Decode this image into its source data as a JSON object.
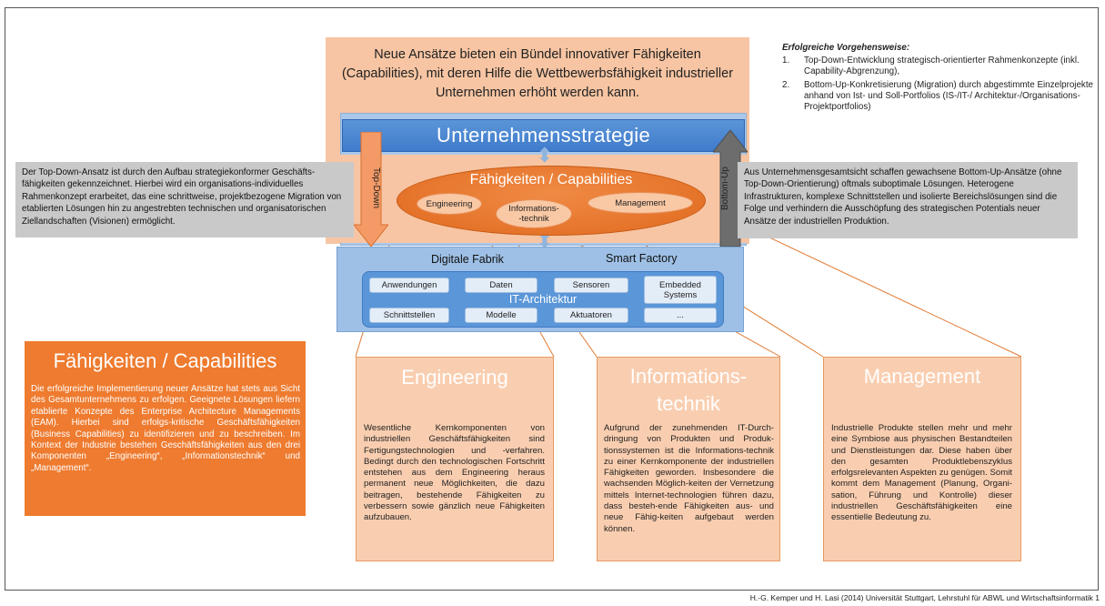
{
  "intro_text": "Neue Ansätze bieten ein Bündel innovativer Fähigkeiten (Capabilities), mit deren Hilfe die Wettbewerbsfähigkeit industrieller Unternehmen  erhöht werden kann.",
  "strategy_title": "Unternehmensstrategie",
  "capabilities_ellipse": {
    "title": "Fähigkeiten / Capabilities",
    "engineering": "Engineering",
    "informationstechnik": "Informations-\n-technik",
    "management": "Management"
  },
  "top_down": {
    "label": "Top-Down",
    "text": "Der Top-Down-Ansatz ist durch den Aufbau strategiekonformer Geschäfts-fähigkeiten gekennzeichnet. Hierbei wird ein organisations-individuelles Rahmenkonzept erarbeitet, das eine schrittweise, projektbezogene Migration von etablierten Lösungen hin zu angestrebten technischen und organisatorischen Ziellandschaften (Visionen) ermöglicht."
  },
  "bottom_up": {
    "label": "Bottom-Up",
    "text": "Aus Unternehmensgesamtsicht schaffen gewachsene Bottom-Up-Ansätze (ohne Top-Down-Orientierung) oftmals suboptimale Lösungen. Heterogene Infrastrukturen, komplexe Schnittstellen und isolierte Bereichslösungen sind die Folge und verhindern die Ausschöpfung des strategischen Potentials neuer Ansätze der industriellen Produktion."
  },
  "it": {
    "digitale_fabrik": "Digitale Fabrik",
    "smart_factory": "Smart  Factory",
    "architecture_label": "IT-Architektur",
    "row1": [
      "Anwendungen",
      "Daten",
      "Sensoren",
      "Embedded Systems"
    ],
    "row2": [
      "Schnittstellen",
      "Modelle",
      "Aktuatoren",
      "..."
    ]
  },
  "method": {
    "title": "Erfolgreiche Vorgehensweise:",
    "items": [
      {
        "num": "1.",
        "text": "Top-Down-Entwicklung strategisch-orientierter Rahmenkonzepte (inkl. Capability-Abgrenzung),"
      },
      {
        "num": "2.",
        "text": "Bottom-Up-Konkretisierung (Migration) durch abgestimmte Einzelprojekte anhand von Ist- und Soll-Portfolios (IS-/IT-/ Architektur-/Organisations-Projektportfolios)"
      }
    ]
  },
  "capabilities_box": {
    "title": "Fähigkeiten / Capabilities",
    "text": "Die erfolgreiche Implementierung neuer Ansätze hat stets aus Sicht des Gesamtunternehmens zu erfolgen. Geeignete Lösungen liefern etablierte Konzepte des Enterprise Architecture Managements (EAM). Hierbei sind erfolgs-kritische Geschäftsfähigkeiten (Business Capabilities) zu identifizieren und zu beschreiben. Im Kontext der Industrie bestehen Geschäftsfähigkeiten aus den drei Komponenten „Engineering“, „Informationstechnik“ und „Management“."
  },
  "components": {
    "engineering": {
      "title": "Engineering",
      "text": "Wesentliche Kernkomponenten von industriellen Geschäftsfähigkeiten sind Fertigungstechnologien und -verfahren. Bedingt durch den technologischen Fortschritt entstehen aus dem Engineering heraus permanent neue Möglichkeiten, die dazu beitragen, bestehende Fähigkeiten zu verbessern sowie gänzlich neue Fähigkeiten aufzubauen."
    },
    "informationstechnik": {
      "title": "Informations-\ntechnik",
      "text": "Aufgrund der zunehmenden IT-Durch-dringung von Produkten und Produk-tionssystemen ist die Informations-technik zu einer Kernkomponente der industriellen Fähigkeiten geworden. Insbesondere die wachsenden Möglich-keiten der Vernetzung mittels Internet-technologien führen dazu, dass besteh-ende Fähigkeiten aus- und neue Fähig-keiten aufgebaut werden können."
    },
    "management": {
      "title": "Management",
      "text": "Industrielle Produkte stellen mehr und mehr eine Symbiose aus physischen Bestandteilen und Dienstleistungen dar. Diese haben über den gesamten Produktlebenszyklus erfolgsrelevanten Aspekten zu genügen. Somit kommt dem Management (Planung, Organi-sation, Führung und Kontrolle) dieser industriellen Geschäftsfähigkeiten eine essentielle Bedeutung zu."
    }
  },
  "footer": "H.-G. Kemper und H. Lasi (2014) Universität Stuttgart, Lehrstuhl für ABWL und Wirtschaftsinformatik 1",
  "colors": {
    "orange": "#ee7b2f",
    "peach": "#f7c5a3",
    "blue": "#4a86d0",
    "grey": "#c9c9c9"
  }
}
